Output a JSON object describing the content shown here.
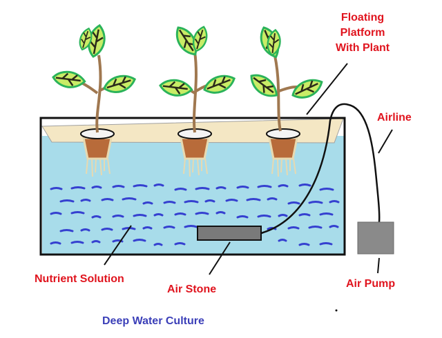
{
  "labels": {
    "floating_platform": "Floating\nPlatform\nWith Plant",
    "airline": "Airline",
    "nutrient_solution": "Nutrient Solution",
    "air_stone": "Air Stone",
    "air_pump": "Air Pump"
  },
  "caption": "Deep Water Culture",
  "colors": {
    "label": "#e0141e",
    "caption": "#3b3fb8",
    "water": "#a8dcea",
    "platform": "#f4e7c4",
    "net_cup": "#b86b3a",
    "leaf_fill": "#c9ec66",
    "leaf_outline": "#2bb35a",
    "stem": "#a07850",
    "ripples": "#3540d0",
    "air_stone": "#7a7a7a",
    "air_pump": "#8a8a8a"
  },
  "plants": 3
}
